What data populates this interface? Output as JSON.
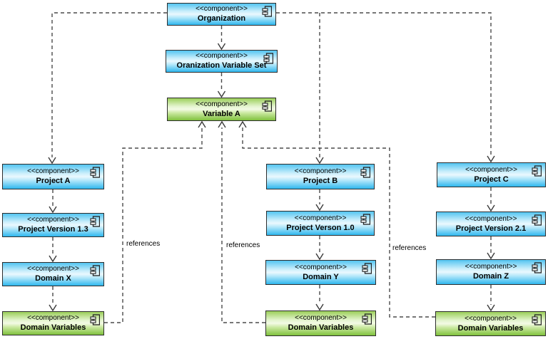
{
  "nodes": {
    "organization": {
      "stereotype": "<<component>>",
      "name": "Organization"
    },
    "org_variable_set": {
      "stereotype": "<<component>>",
      "name": "Oranization Variable Set"
    },
    "variable_a": {
      "stereotype": "<<component>>",
      "name": "Variable A"
    },
    "project_a": {
      "stereotype": "<<component>>",
      "name": "Project A"
    },
    "project_version_1_3": {
      "stereotype": "<<component>>",
      "name": "Project Version 1.3"
    },
    "domain_x": {
      "stereotype": "<<component>>",
      "name": "Domain X"
    },
    "domain_variables_x": {
      "stereotype": "<<component>>",
      "name": "Domain Variables"
    },
    "project_b": {
      "stereotype": "<<component>>",
      "name": "Project B"
    },
    "project_verson_1_0": {
      "stereotype": "<<component>>",
      "name": "Project Verson 1.0"
    },
    "domain_y": {
      "stereotype": "<<component>>",
      "name": "Domain Y"
    },
    "domain_variables_y": {
      "stereotype": "<<component>>",
      "name": "Domain Variables"
    },
    "project_c": {
      "stereotype": "<<component>>",
      "name": "Project C"
    },
    "project_version_2_1": {
      "stereotype": "<<component>>",
      "name": "Project Version 2.1"
    },
    "domain_z": {
      "stereotype": "<<component>>",
      "name": "Domain Z"
    },
    "domain_variables_z": {
      "stereotype": "<<component>>",
      "name": "Domain Variables"
    }
  },
  "edge_labels": {
    "left": "references",
    "middle": "references",
    "right": "references"
  },
  "edges": [
    {
      "from": "Organization",
      "to": "Oranization Variable Set",
      "type": "dependency"
    },
    {
      "from": "Oranization Variable Set",
      "to": "Variable A",
      "type": "dependency"
    },
    {
      "from": "Organization",
      "to": "Project A",
      "type": "dependency"
    },
    {
      "from": "Organization",
      "to": "Project B",
      "type": "dependency"
    },
    {
      "from": "Organization",
      "to": "Project C",
      "type": "dependency"
    },
    {
      "from": "Project A",
      "to": "Project Version 1.3",
      "type": "dependency"
    },
    {
      "from": "Project Version 1.3",
      "to": "Domain X",
      "type": "dependency"
    },
    {
      "from": "Domain X",
      "to": "Domain Variables",
      "type": "dependency"
    },
    {
      "from": "Project B",
      "to": "Project Verson 1.0",
      "type": "dependency"
    },
    {
      "from": "Project Verson 1.0",
      "to": "Domain Y",
      "type": "dependency"
    },
    {
      "from": "Domain Y",
      "to": "Domain Variables",
      "type": "dependency"
    },
    {
      "from": "Project C",
      "to": "Project Version 2.1",
      "type": "dependency"
    },
    {
      "from": "Project Version 2.1",
      "to": "Domain Z",
      "type": "dependency"
    },
    {
      "from": "Domain Z",
      "to": "Domain Variables",
      "type": "dependency"
    },
    {
      "from": "Domain Variables (left)",
      "to": "Variable A",
      "type": "dependency",
      "label": "references"
    },
    {
      "from": "Domain Variables (middle)",
      "to": "Variable A",
      "type": "dependency",
      "label": "references"
    },
    {
      "from": "Domain Variables (right)",
      "to": "Variable A",
      "type": "dependency",
      "label": "references"
    }
  ],
  "colors": {
    "blue_top": "#53c5f1",
    "blue_bottom": "#2fb7ee",
    "green_top": "#9bcf59",
    "green_bottom": "#7fc13d",
    "border": "#2d2d2d",
    "line": "#4a4a4a",
    "background": "#ffffff"
  }
}
